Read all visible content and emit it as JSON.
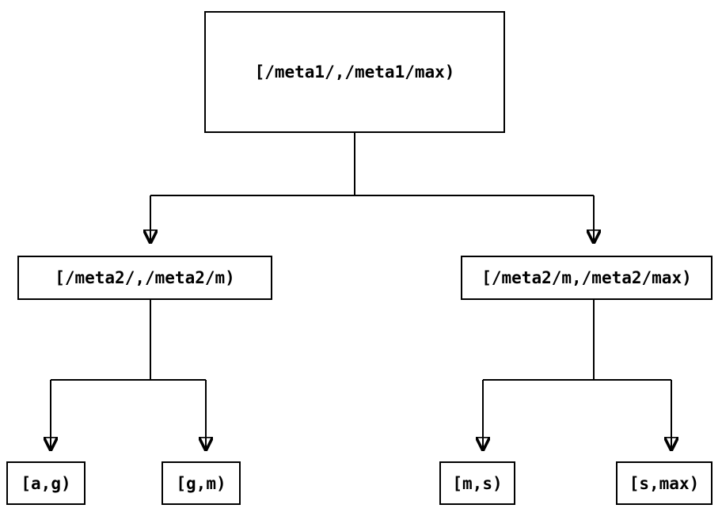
{
  "diagram": {
    "type": "tree",
    "description": "Key-range partition tree",
    "colors": {
      "ink": "#000000",
      "background": "#ffffff"
    },
    "root": {
      "label": "[/meta1/,/meta1/max)",
      "children": [
        {
          "label": "[/meta2/,/meta2/m)",
          "children": [
            {
              "label": "[a,g)"
            },
            {
              "label": "[g,m)"
            }
          ]
        },
        {
          "label": "[/meta2/m,/meta2/max)",
          "children": [
            {
              "label": "[m,s)"
            },
            {
              "label": "[s,max)"
            }
          ]
        }
      ]
    }
  }
}
